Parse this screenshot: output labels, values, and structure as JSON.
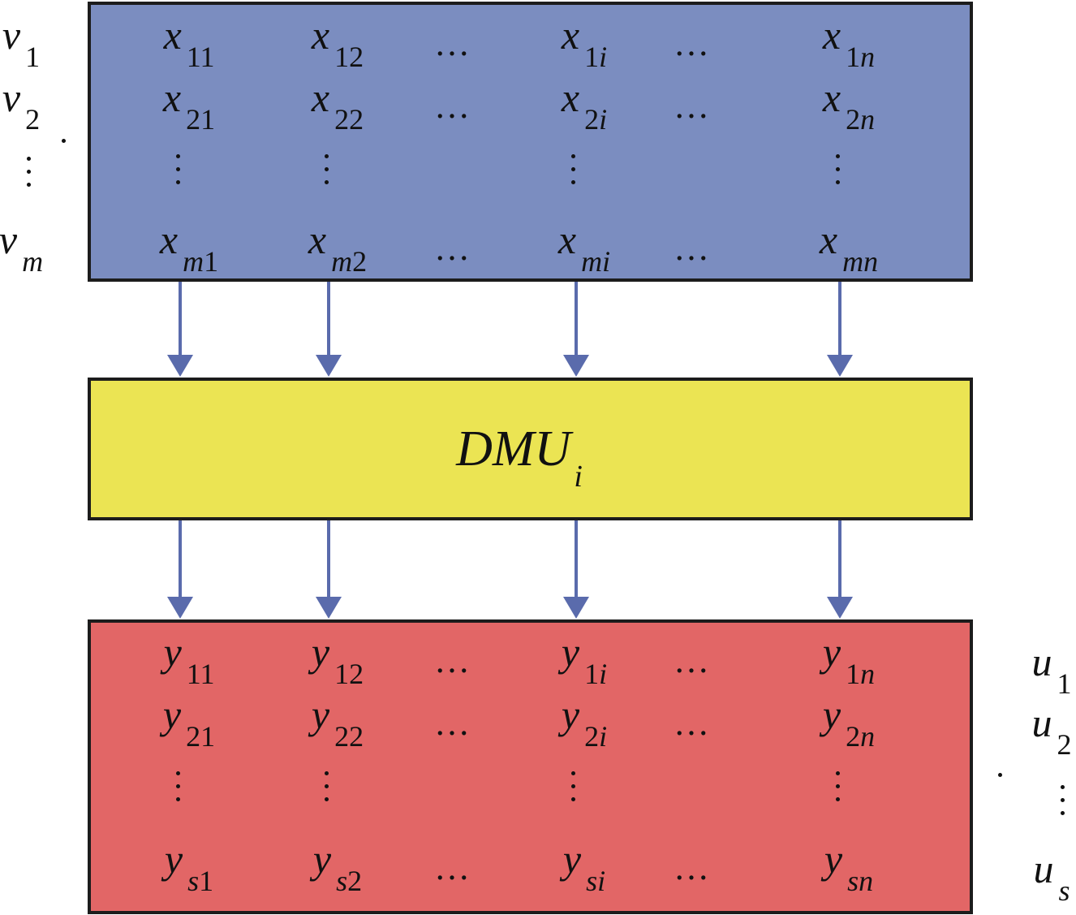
{
  "input_matrix": {
    "color": "#7b8dc0",
    "rows": [
      [
        {
          "base": "x",
          "sub": "11"
        },
        {
          "base": "x",
          "sub": "12"
        },
        {
          "ell": "…"
        },
        {
          "base": "x",
          "sub": "1i"
        },
        {
          "ell": "…"
        },
        {
          "base": "x",
          "sub": "1n"
        }
      ],
      [
        {
          "base": "x",
          "sub": "21"
        },
        {
          "base": "x",
          "sub": "22"
        },
        {
          "ell": "…"
        },
        {
          "base": "x",
          "sub": "2i"
        },
        {
          "ell": "…"
        },
        {
          "base": "x",
          "sub": "2n"
        }
      ],
      [
        {
          "base": "x",
          "sub": "m1"
        },
        {
          "base": "x",
          "sub": "m2"
        },
        {
          "ell": "…"
        },
        {
          "base": "x",
          "sub": "mi"
        },
        {
          "ell": "…"
        },
        {
          "base": "x",
          "sub": "mn"
        }
      ]
    ],
    "weights": [
      {
        "base": "v",
        "sub": "1"
      },
      {
        "base": "v",
        "sub": "2"
      },
      {
        "base": "v",
        "sub": "m"
      }
    ]
  },
  "dmu": {
    "color": "#ebe453",
    "label": "DMU",
    "sub": "i"
  },
  "output_matrix": {
    "color": "#e26666",
    "rows": [
      [
        {
          "base": "y",
          "sub": "11"
        },
        {
          "base": "y",
          "sub": "12"
        },
        {
          "ell": "…"
        },
        {
          "base": "y",
          "sub": "1i"
        },
        {
          "ell": "…"
        },
        {
          "base": "y",
          "sub": "1n"
        }
      ],
      [
        {
          "base": "y",
          "sub": "21"
        },
        {
          "base": "y",
          "sub": "22"
        },
        {
          "ell": "…"
        },
        {
          "base": "y",
          "sub": "2i"
        },
        {
          "ell": "…"
        },
        {
          "base": "y",
          "sub": "2n"
        }
      ],
      [
        {
          "base": "y",
          "sub": "s1"
        },
        {
          "base": "y",
          "sub": "s2"
        },
        {
          "ell": "…"
        },
        {
          "base": "y",
          "sub": "si"
        },
        {
          "ell": "…"
        },
        {
          "base": "y",
          "sub": "sn"
        }
      ]
    ],
    "weights": [
      {
        "base": "u",
        "sub": "1"
      },
      {
        "base": "u",
        "sub": "2"
      },
      {
        "base": "u",
        "sub": "s"
      }
    ]
  },
  "arrow_color": "#5a6bac"
}
